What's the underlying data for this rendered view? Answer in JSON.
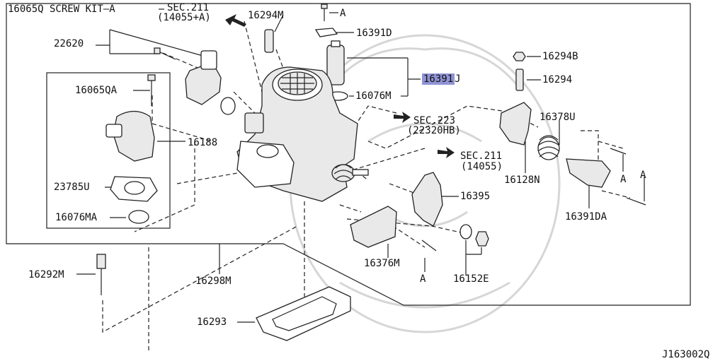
{
  "labels": {
    "screw_kit": "16065Q SCREW KIT—A",
    "sec211_top": "SEC.211",
    "sec211_top_sub": "(14055+A)",
    "p16294M": "16294M",
    "p16391D": "16391D",
    "p22620": "22620",
    "p16065QA": "16065QA",
    "p16188": "16188",
    "p23785U": "23785U",
    "p16076MA": "16076MA",
    "p16391": "16391",
    "p16391_suffix": "J",
    "p16076M": "16076M",
    "p16294B": "16294B",
    "p16294": "16294",
    "sec223": "SEC.223",
    "sec223_sub": "(22320HB)",
    "p16378U": "16378U",
    "sec211_mid": "SEC.211",
    "sec211_mid_sub": "(14055)",
    "p16128N": "16128N",
    "p16395": "16395",
    "p16391DA": "16391DA",
    "p16376M": "16376M",
    "p16152E": "16152E",
    "p16292M": "16292M",
    "p16298M": "16298M",
    "p16293": "16293",
    "ref_a1": "A",
    "ref_a2": "A",
    "ref_a3": "A",
    "ref_a4": "A",
    "diagram_id": "J163002Q"
  },
  "colors": {
    "highlight": "#8f93d4",
    "line": "#222222",
    "background": "#ffffff"
  }
}
